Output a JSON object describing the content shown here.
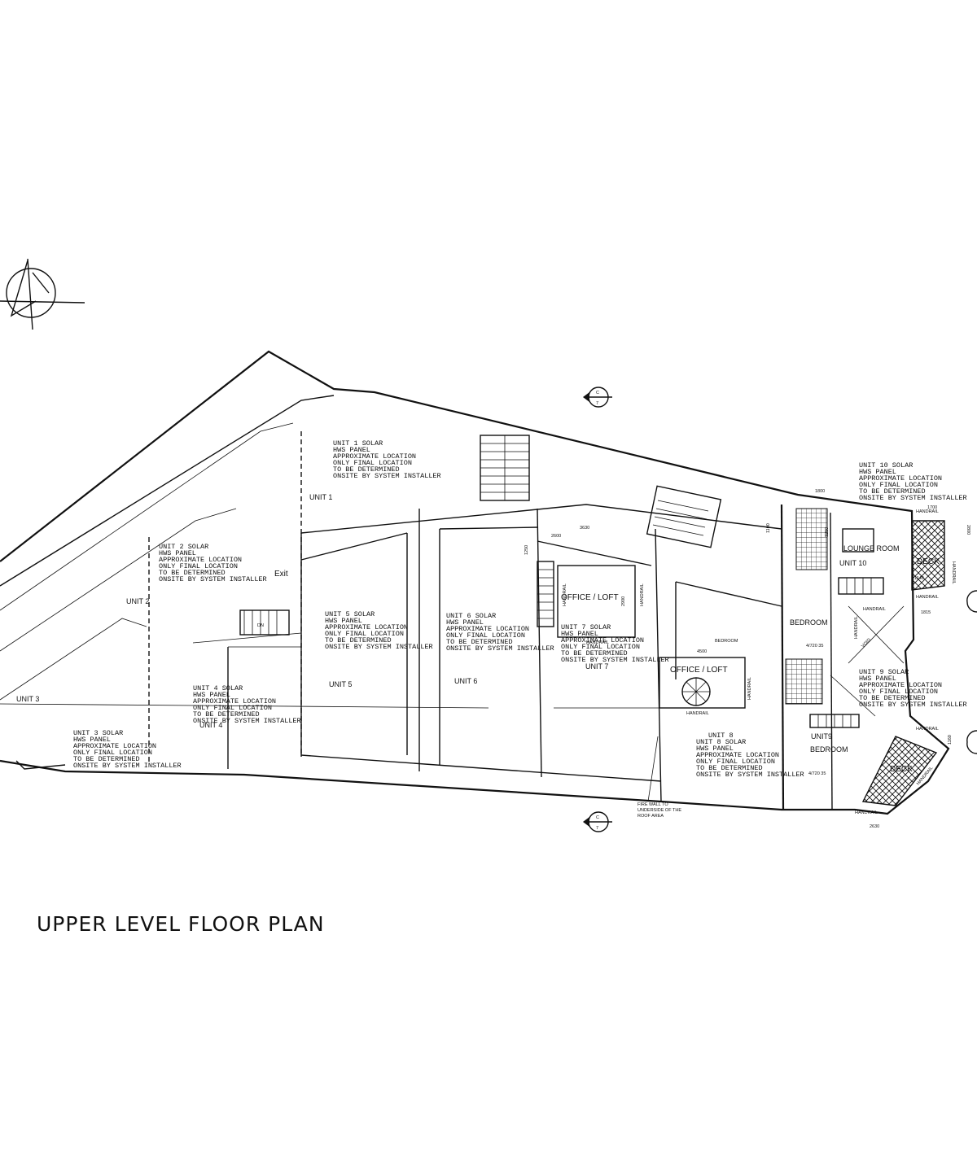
{
  "plan": {
    "title": "UPPER LEVEL FLOOR PLAN",
    "units": {
      "unit1": "UNIT 1",
      "unit2": "UNIT 2",
      "unit3": "UNIT 3",
      "unit4": "UNIT 4",
      "unit5": "UNIT 5",
      "unit6": "UNIT 6",
      "unit7": "UNIT 7",
      "unit8": "UNIT 8",
      "unit9": "UNIT9",
      "unit10": "UNIT 10"
    },
    "rooms": {
      "office_loft_1": "OFFICE / LOFT",
      "office_loft_2": "OFFICE / LOFT",
      "bedroom_1": "BEDROOM",
      "bedroom_2": "BEDROOM",
      "bedroom_small": "BEDROOM",
      "lounge": "LOUNGE ROOM",
      "deck_1": "DECK",
      "deck_2": "DECK",
      "exit": "Exit",
      "void": "VOID",
      "dn": "DN"
    },
    "handrail": "HANDRAIL",
    "firewall_note": [
      "FIRE WALL TO",
      "UNDERSIDE OF THE",
      "ROOF AREA"
    ],
    "section_marker": {
      "letter": "C",
      "number": "7"
    },
    "solar_notes": {
      "unit1": [
        "UNIT 1 SOLAR",
        "HWS PANEL",
        "APPROXIMATE LOCATION",
        "ONLY FINAL LOCATION",
        "TO BE DETERMINED",
        "ONSITE BY SYSTEM INSTALLER"
      ],
      "unit2": [
        "UNIT 2 SOLAR",
        "HWS PANEL",
        "APPROXIMATE LOCATION",
        "ONLY FINAL LOCATION",
        "TO BE DETERMINED",
        "ONSITE BY SYSTEM INSTALLER"
      ],
      "unit3": [
        "UNIT 3 SOLAR",
        "HWS PANEL",
        "APPROXIMATE LOCATION",
        "ONLY FINAL LOCATION",
        "TO BE DETERMINED",
        "ONSITE BY SYSTEM INSTALLER"
      ],
      "unit4": [
        "UNIT 4 SOLAR",
        "HWS PANEL",
        "APPROXIMATE LOCATION",
        "ONLY FINAL LOCATION",
        "TO BE DETERMINED",
        "ONSITE BY SYSTEM INSTALLER"
      ],
      "unit5": [
        "UNIT 5 SOLAR",
        "HWS PANEL",
        "APPROXIMATE LOCATION",
        "ONLY FINAL LOCATION",
        "TO BE DETERMINED",
        "ONSITE BY SYSTEM INSTALLER"
      ],
      "unit6": [
        "UNIT 6 SOLAR",
        "HWS PANEL",
        "APPROXIMATE LOCATION",
        "ONLY FINAL LOCATION",
        "TO BE DETERMINED",
        "ONSITE BY SYSTEM INSTALLER"
      ],
      "unit7": [
        "UNIT 7 SOLAR",
        "HWS PANEL",
        "APPROXIMATE LOCATION",
        "ONLY FINAL LOCATION",
        "TO BE DETERMINED",
        "ONSITE BY SYSTEM INSTALLER"
      ],
      "unit8": [
        "UNIT 8",
        "UNIT 8 SOLAR",
        "HWS PANEL",
        "APPROXIMATE LOCATION",
        "ONLY FINAL LOCATION",
        "TO BE DETERMINED",
        "ONSITE BY SYSTEM INSTALLER"
      ],
      "unit9": [
        "UNIT 9 SOLAR",
        "HWS PANEL",
        "APPROXIMATE LOCATION",
        "ONLY FINAL LOCATION",
        "TO BE DETERMINED",
        "ONSITE BY SYSTEM INSTALLER"
      ],
      "unit10": [
        "UNIT 10 SOLAR",
        "HWS PANEL",
        "APPROXIMATE LOCATION",
        "ONLY FINAL LOCATION",
        "TO BE DETERMINED",
        "ONSITE BY SYSTEM INSTALLER"
      ]
    },
    "dimensions": {
      "d1": "2600",
      "d2": "3630",
      "d3": "1800",
      "d4": "1700",
      "d5": "1140",
      "d6": "1160",
      "d7": "1815",
      "d8": "4500",
      "d9": "2630",
      "d10": "4/720 35",
      "d11": "4/720 35",
      "d12": "1250",
      "d13": "2900",
      "d14": "3250",
      "d15": "1100",
      "d16": "2800"
    },
    "colors": {
      "ink": "#111111",
      "paper": "#ffffff"
    }
  }
}
